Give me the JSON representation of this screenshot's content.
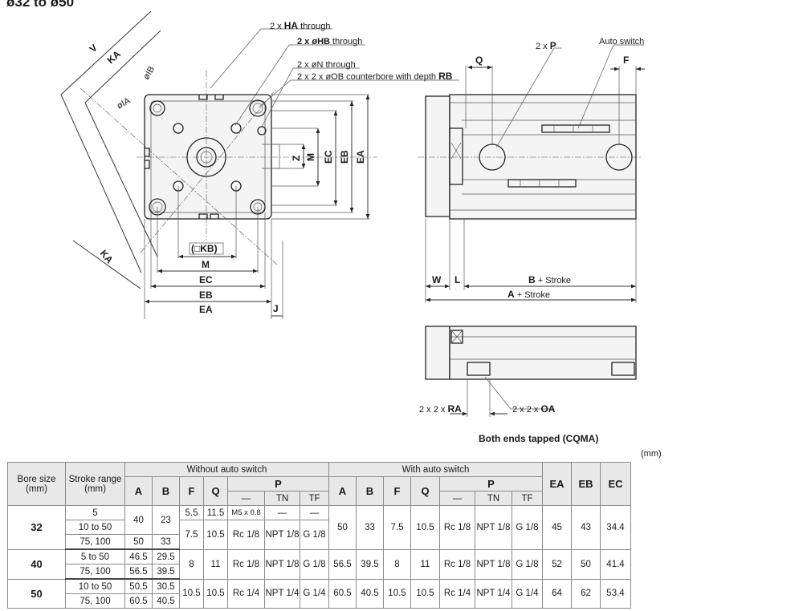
{
  "title": "ø32 to ø50",
  "caption": "Both ends tapped (CQMA)",
  "unit": "(mm)",
  "labels": {
    "ha_note_pre": "2 x ",
    "ha_note_key": "HA",
    "ha_note_post": " through",
    "hb_note_pre": "2 x øHB",
    "hb_note_post": " through",
    "n_note": "2 x øN through",
    "ob_note_pre": "2 x 2 x øOB counterbore with depth ",
    "ob_note_key": "RB",
    "p_note_pre": "2 x ",
    "p_note_key": "P",
    "auto_switch": "Auto switch",
    "v": "V",
    "ka_top": "KA",
    "ka_bottom": "KA",
    "ib": "øIB",
    "ia": "øIA",
    "z": "Z",
    "m_vert": "M",
    "ec_vert": "EC",
    "eb_vert": "EB",
    "ea_vert": "EA",
    "kb": "(□KB)",
    "m_horiz": "M",
    "ec_horiz": "EC",
    "eb_horiz": "EB",
    "ea_horiz": "EA",
    "j": "J",
    "q": "Q",
    "f": "F",
    "w": "W",
    "l": "L",
    "b_stroke_key": "B",
    "b_stroke_post": " + Stroke",
    "a_stroke_key": "A",
    "a_stroke_post": " + Stroke",
    "ra_note_pre": "2 x 2 x ",
    "ra_note_key": "RA",
    "oa_note_pre": "2 x 2 x ",
    "oa_note_key": "OA"
  },
  "table": {
    "headers": {
      "bore": "Bore size (mm)",
      "stroke": "Stroke range (mm)",
      "without": "Without auto switch",
      "with": "With auto switch",
      "a": "A",
      "b": "B",
      "f": "F",
      "q": "Q",
      "p": "P",
      "p_dash": "—",
      "p_tn": "TN",
      "p_tf": "TF",
      "ea": "EA",
      "eb": "EB",
      "ec": "EC"
    },
    "rows": {
      "r32": {
        "bore": "32",
        "s1": "5",
        "s2": "10 to 50",
        "s3": "75, 100",
        "a12": "40",
        "b12": "23",
        "a3": "50",
        "b3": "33",
        "f1": "5.5",
        "q1": "11.5",
        "pd1": "M5 x 0.8",
        "tn1": "—",
        "tf1": "—",
        "f23": "7.5",
        "q23": "10.5",
        "pd23": "Rc 1/8",
        "tn23": "NPT 1/8",
        "tf23": "G 1/8",
        "wa": "50",
        "wb": "33",
        "wf": "7.5",
        "wq": "10.5",
        "wpd": "Rc 1/8",
        "wtn": "NPT 1/8",
        "wtf": "G 1/8",
        "ea": "45",
        "eb": "43",
        "ec": "34.4"
      },
      "r40": {
        "bore": "40",
        "s1": "5 to 50",
        "s2": "75, 100",
        "a1": "46.5",
        "b1": "29.5",
        "a2": "56.5",
        "b2": "39.5",
        "f": "8",
        "q": "11",
        "pd": "Rc 1/8",
        "tn": "NPT 1/8",
        "tf": "G 1/8",
        "wa": "56.5",
        "wb": "39.5",
        "wf": "8",
        "wq": "11",
        "wpd": "Rc 1/8",
        "wtn": "NPT 1/8",
        "wtf": "G 1/8",
        "ea": "52",
        "eb": "50",
        "ec": "41.4"
      },
      "r50": {
        "bore": "50",
        "s1": "10 to 50",
        "s2": "75, 100",
        "a1": "50.5",
        "b1": "30.5",
        "a2": "60.5",
        "b2": "40.5",
        "f": "10.5",
        "q": "10.5",
        "pd": "Rc 1/4",
        "tn": "NPT 1/4",
        "tf": "G 1/4",
        "wa": "60.5",
        "wb": "40.5",
        "wf": "10.5",
        "wq": "10.5",
        "wpd": "Rc 1/4",
        "wtn": "NPT 1/4",
        "wtf": "G 1/4",
        "ea": "64",
        "eb": "62",
        "ec": "53.4"
      }
    }
  }
}
